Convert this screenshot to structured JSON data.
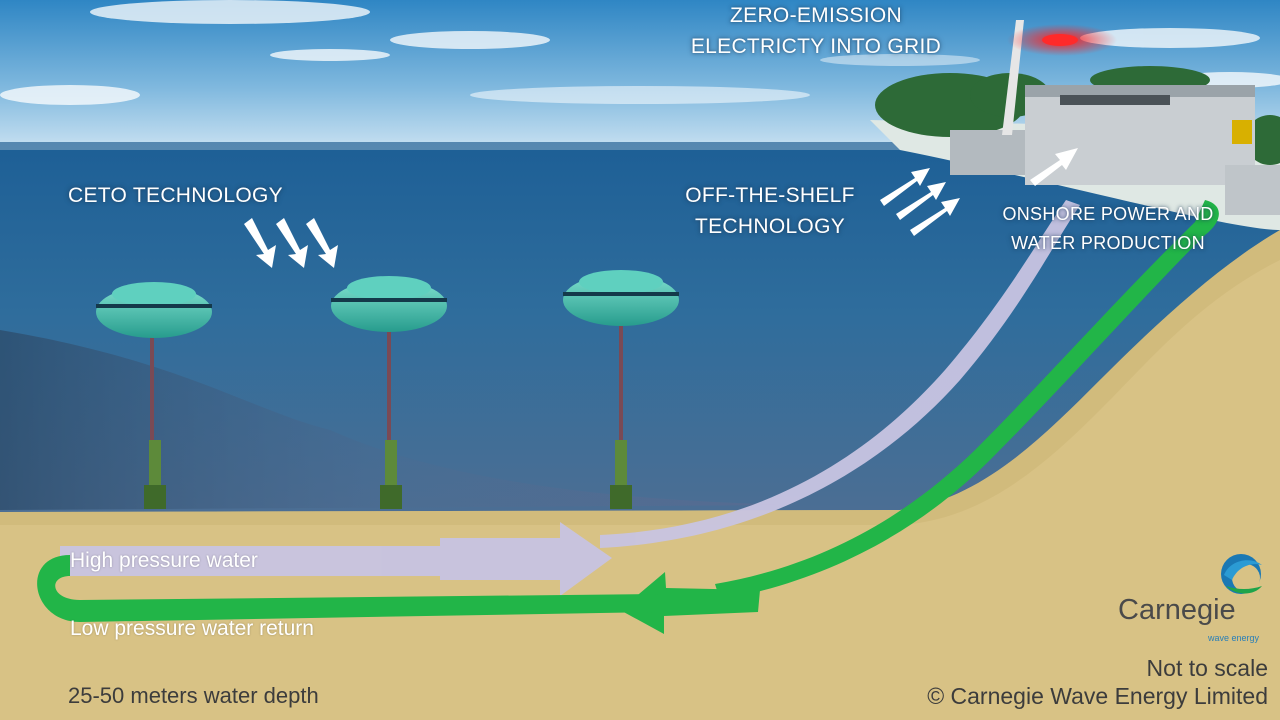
{
  "labels": {
    "zero_emission": [
      "ZERO-EMISSION",
      "ELECTRICTY INTO GRID"
    ],
    "ceto": "CETO TECHNOLOGY",
    "off_the_shelf": [
      "OFF-THE-SHELF",
      "TECHNOLOGY"
    ],
    "onshore": [
      "ONSHORE POWER AND",
      "WATER PRODUCTION"
    ],
    "high_pressure": "High pressure water",
    "low_pressure": "Low pressure water return",
    "depth": "25-50 meters water depth"
  },
  "footer": {
    "brand": "Carnegie",
    "brand_tagline": "wave energy",
    "not_to_scale": "Not to scale",
    "copyright": "© Carnegie Wave Energy Limited"
  },
  "colors": {
    "high_pressure_flow": "#c8c4e2",
    "low_pressure_flow": "#22b548",
    "buoy": "#3cc4b0",
    "sand": "#d8c285"
  }
}
